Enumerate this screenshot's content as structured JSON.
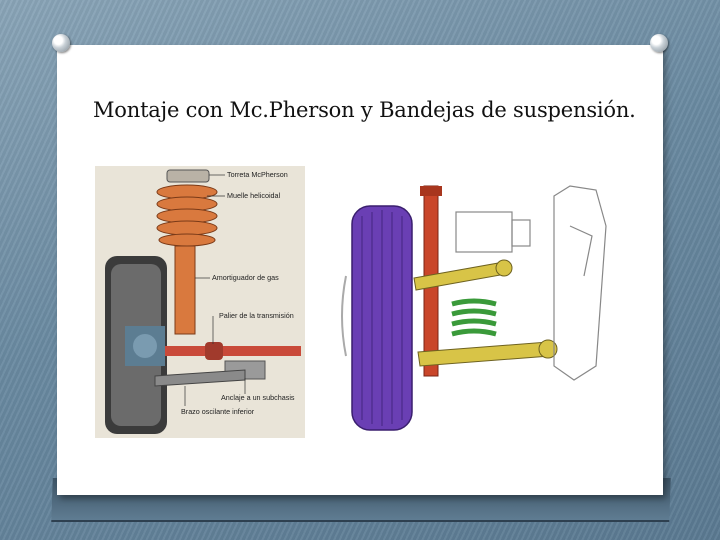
{
  "slide": {
    "title": "Montaje con Mc.Pherson y Bandejas de suspensión."
  },
  "left_diagram": {
    "labels": {
      "strut_mount": "Torreta McPherson",
      "coil_spring": "Muelle helicoidal",
      "shock_absorber": "Amortiguador de gas",
      "drive_shaft": "Palier de la transmisión",
      "subframe": "Anclaje a un subchasis",
      "lower_arm": "Brazo oscilante inferior"
    }
  },
  "colors": {
    "background": "#6f8fa6",
    "slide": "#ffffff",
    "strut": "#d9793e",
    "tire_purple": "#6a3fb4",
    "shock_red": "#c9462a",
    "arm_yellow": "#d8c447",
    "spring_green": "#3a9a3a"
  }
}
